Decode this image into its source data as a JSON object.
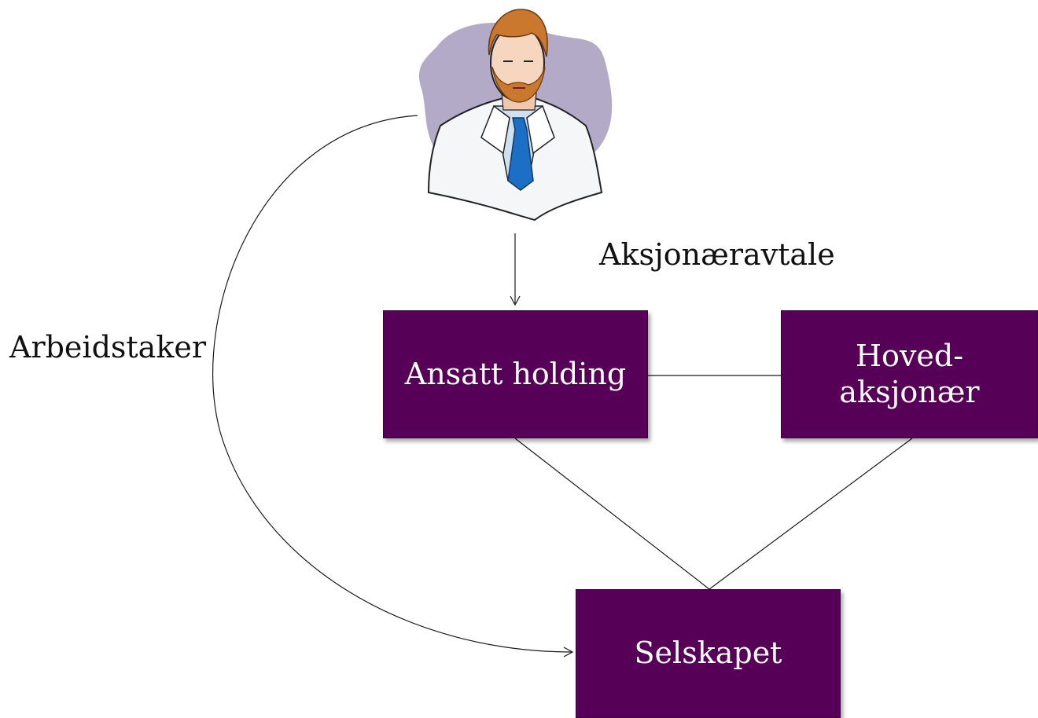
{
  "labels": {
    "agreement": "Aksjonæravtale",
    "employee": "Arbeidstaker"
  },
  "boxes": {
    "holding": "Ansatt holding",
    "main_shareholder_line1": "Hoved-",
    "main_shareholder_line2": "aksjonær",
    "company": "Selskapet"
  },
  "colors": {
    "box_fill": "#570058",
    "box_text": "#ffffff",
    "line": "#1a1a1a",
    "person_backdrop": "#b2aac6"
  },
  "icons": {
    "person": "doctor-person-icon"
  }
}
